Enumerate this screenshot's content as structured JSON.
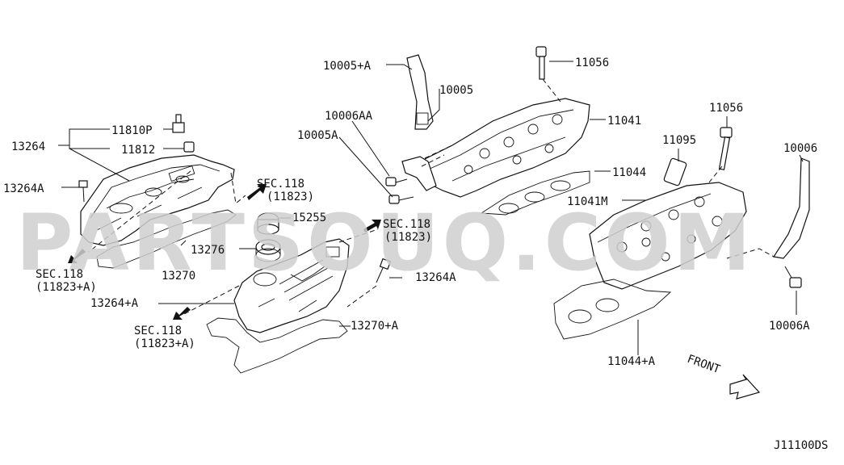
{
  "watermark": "PARTSOUQ.COM",
  "diagram_code": "J11100DS",
  "labels": {
    "p13264": "13264",
    "p11810p": "11810P",
    "p11812": "11812",
    "p13264a_left": "13264A",
    "sec118_top1": "SEC.118",
    "sec118_top1_sub": "(11823)",
    "sec118_top2": "SEC.118",
    "sec118_top2_sub": "(11823)",
    "p15255": "15255",
    "p13276": "13276",
    "p13270": "13270",
    "sec118_left": "SEC.118",
    "sec118_left_sub": "(11823+A)",
    "p13264plusa": "13264+A",
    "sec118_bottom": "SEC.118",
    "sec118_bottom_sub": "(11823+A)",
    "p13270plusa": "13270+A",
    "p13264a_right": "13264A",
    "p10005plusa": "10005+A",
    "p10005": "10005",
    "p10006aa": "10006AA",
    "p10005a": "10005A",
    "p11056_top": "11056",
    "p11041": "11041",
    "p11044": "11044",
    "p11056_right": "11056",
    "p11095": "11095",
    "p11041m": "11041M",
    "p10006": "10006",
    "p10006a": "10006A",
    "p11044plusa": "11044+A",
    "front": "FRONT"
  }
}
